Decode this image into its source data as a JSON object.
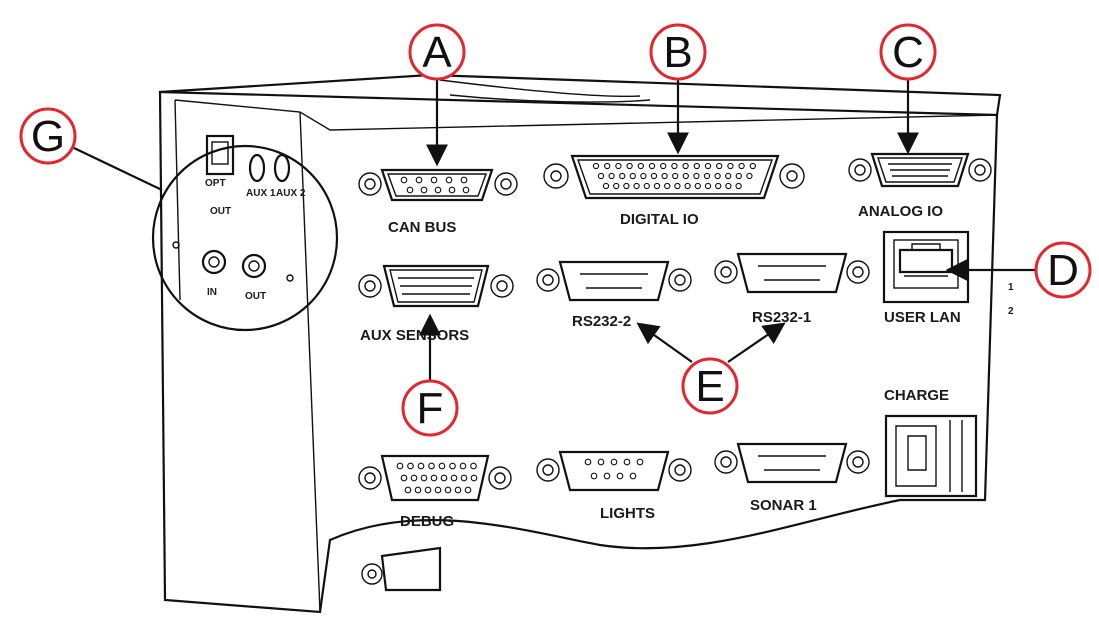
{
  "diagram": {
    "callouts": [
      {
        "id": "A",
        "letter": "A",
        "color": "#e0282e"
      },
      {
        "id": "B",
        "letter": "B",
        "color": "#e0282e"
      },
      {
        "id": "C",
        "letter": "C",
        "color": "#e0282e"
      },
      {
        "id": "D",
        "letter": "D",
        "color": "#e0282e"
      },
      {
        "id": "E",
        "letter": "E",
        "color": "#e0282e"
      },
      {
        "id": "F",
        "letter": "F",
        "color": "#e0282e"
      },
      {
        "id": "G",
        "letter": "G",
        "color": "#e0282e"
      }
    ],
    "ports": {
      "can_bus": "CAN BUS",
      "digital_io": "DIGITAL IO",
      "analog_io": "ANALOG IO",
      "user_lan": "USER LAN",
      "aux_sensors": "AUX SENSORS",
      "rs232_2": "RS232-2",
      "rs232_1": "RS232-1",
      "charge": "CHARGE",
      "debug": "DEBUG",
      "lights": "LIGHTS",
      "sonar_1": "SONAR 1"
    },
    "inset_labels": {
      "opt": "OPT",
      "aux1": "AUX 1",
      "aux2": "AUX 2",
      "out_top": "OUT",
      "in": "IN",
      "out": "OUT"
    },
    "side_marks": [
      "1",
      "2"
    ]
  }
}
